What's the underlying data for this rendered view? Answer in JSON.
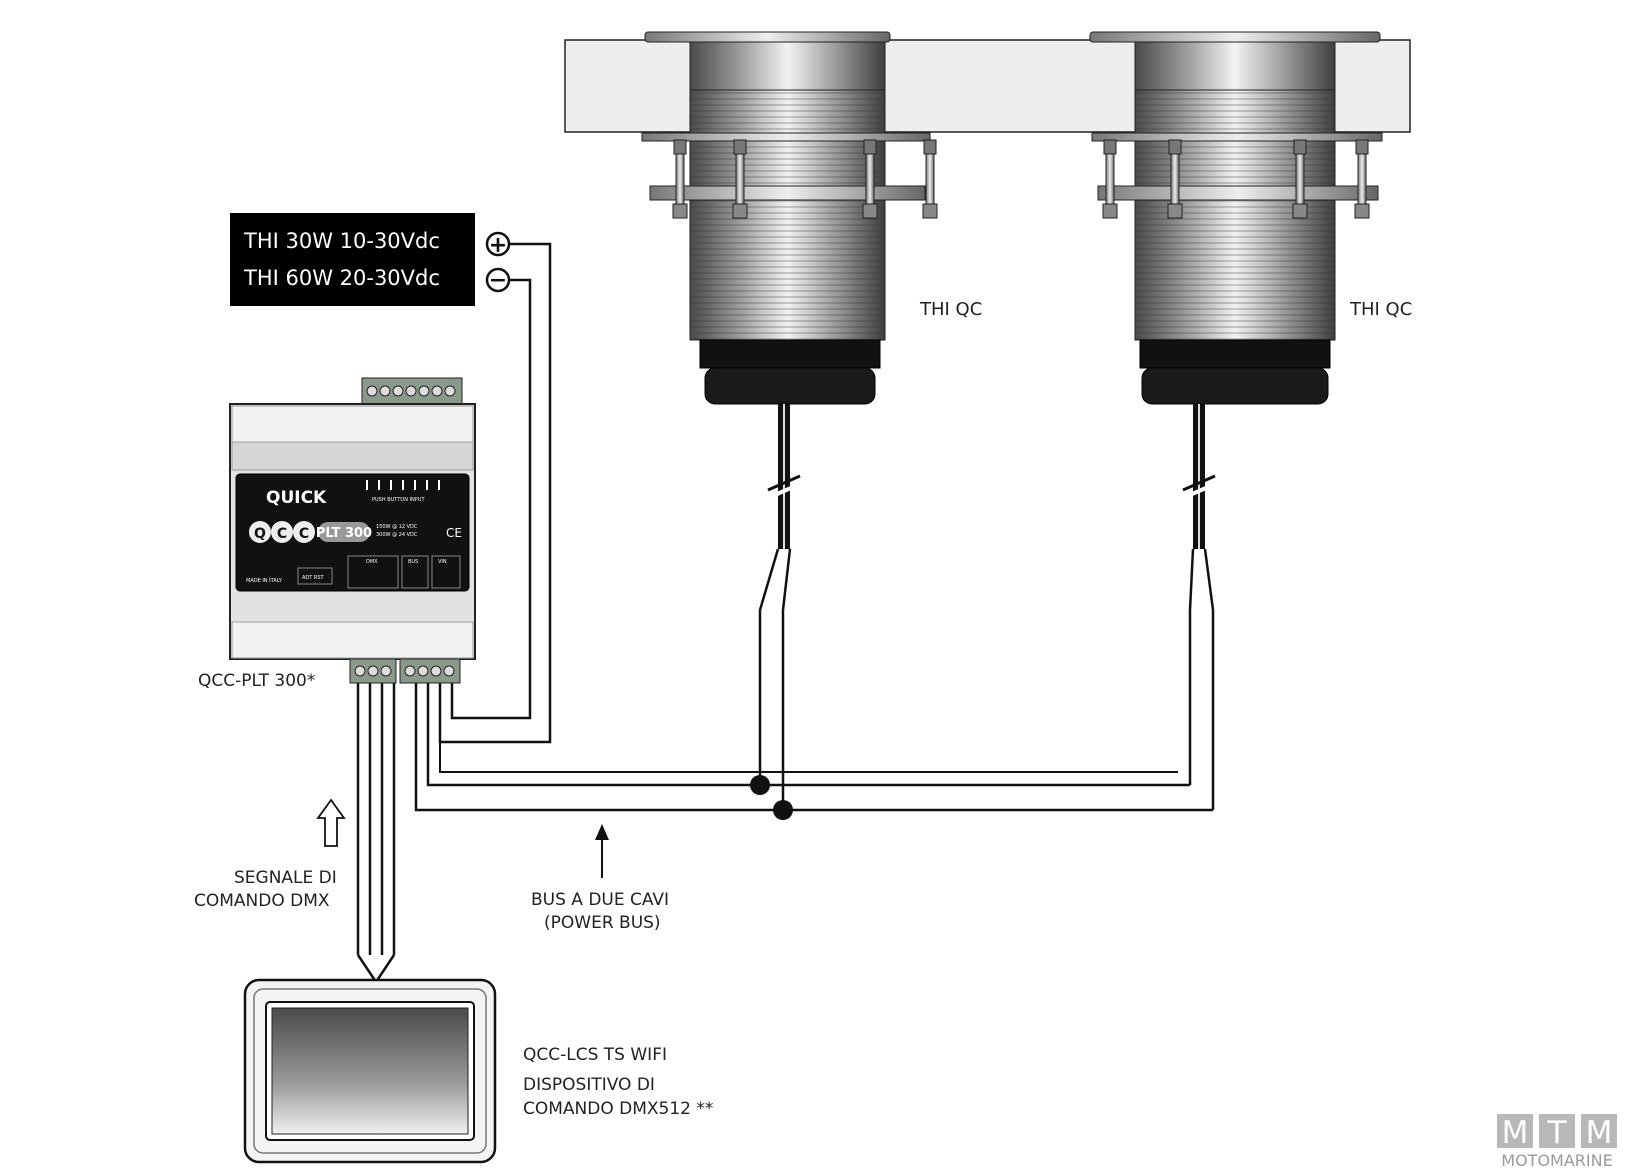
{
  "power_supply": {
    "line1": "THI 30W 10-30Vdc",
    "line2": "THI 60W 20-30Vdc",
    "plus_symbol": "+",
    "minus_symbol": "−"
  },
  "lights": [
    {
      "label": "THI QC"
    },
    {
      "label": "THI QC"
    }
  ],
  "controller": {
    "label": "QCC-PLT 300*",
    "brand": "QUICK",
    "model": "PLT 300",
    "logo_letters": [
      "Q",
      "C",
      "C"
    ],
    "ce_mark": "CE",
    "spec_line1": "150W @ 12 VDC",
    "spec_line2": "300W @ 24 VDC",
    "push_label": "PUSH BUTTON INPUT",
    "made_in": "MADE IN ITALY",
    "addr_label": "ADT RST",
    "dmx_label": "DMX",
    "bus_label": "BUS",
    "vin_label": "VIN"
  },
  "signal_label": {
    "line1": "SEGNALE DI",
    "line2": "COMANDO DMX"
  },
  "bus_label": {
    "line1": "BUS A DUE CAVI",
    "line2": "(POWER BUS)"
  },
  "touch_device": {
    "line1": "QCC-LCS TS WIFI",
    "line2": "DISPOSITIVO  DI",
    "line3": "COMANDO DMX512 **"
  },
  "watermark": {
    "letters": [
      "M",
      "T",
      "M"
    ],
    "text": "MOTOMARINE"
  },
  "colors": {
    "ink": "#111111",
    "hull": "#eeeeee",
    "metal_dark": "#5a5a5a",
    "metal_light": "#e8e8e8",
    "terminal_green": "#8a9a8a"
  }
}
